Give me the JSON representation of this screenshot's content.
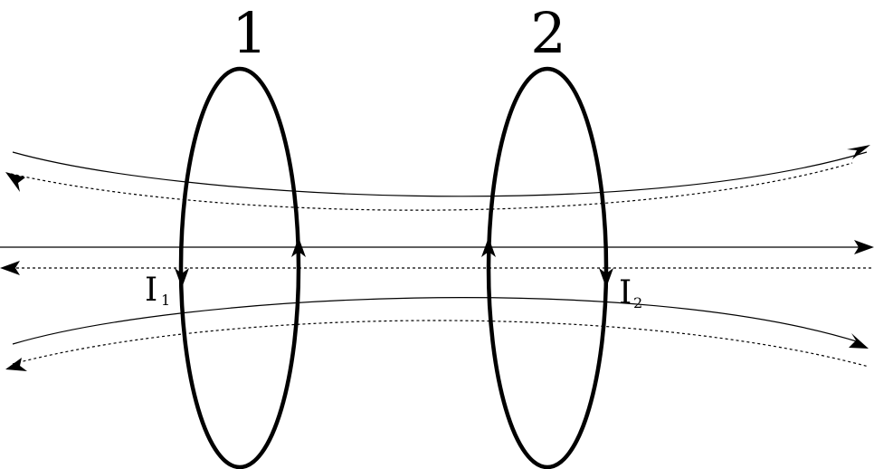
{
  "coils": [
    {
      "number_label": "1",
      "current_symbol": "I",
      "current_subscript": "1"
    },
    {
      "number_label": "2",
      "current_symbol": "I",
      "current_subscript": "2"
    }
  ],
  "colors": {
    "stroke": "#000000",
    "background": "#ffffff"
  }
}
